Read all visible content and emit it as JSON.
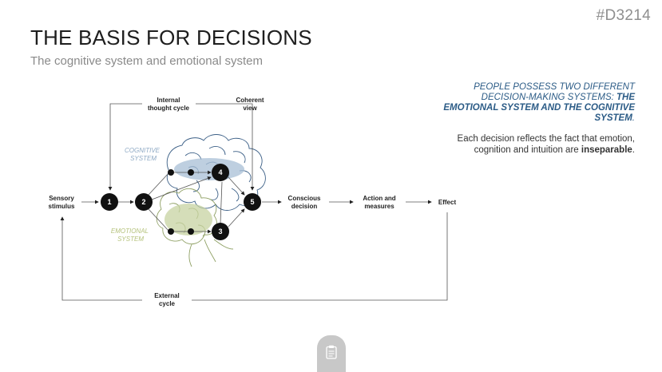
{
  "slide_id": "#D3214",
  "title": "THE BASIS FOR DECISIONS",
  "subtitle": "The cognitive system and emotional system",
  "diagram": {
    "sensory_stimulus": [
      "Sensory",
      "stimulus"
    ],
    "internal_cycle": [
      "Internal",
      "thought cycle"
    ],
    "coherent_view": [
      "Coherent",
      "view"
    ],
    "cognitive_system": [
      "COGNITIVE",
      "SYSTEM"
    ],
    "emotional_system": [
      "EMOTIONAL",
      "SYSTEM"
    ],
    "conscious_decision": [
      "Conscious",
      "decision"
    ],
    "action_measures": [
      "Action and",
      "measures"
    ],
    "effect": "Effect",
    "external_cycle": [
      "External",
      "cycle"
    ],
    "nodes": [
      "1",
      "2",
      "3",
      "4",
      "5"
    ],
    "colors": {
      "cognitive": "#a8bfd6",
      "emotional": "#c7d3a2",
      "cognitive_text": "#8ea9c4",
      "emotional_text": "#b5c27c",
      "node": "#111111"
    }
  },
  "side": {
    "heading_plain": "PEOPLE POSSESS TWO DIFFERENT DECISION-MAKING SYSTEMS: ",
    "heading_bold": "THE EMOTIONAL SYSTEM AND THE COGNITIVE SYSTEM",
    "heading_end": ".",
    "body_plain": "Each decision reflects the fact that emotion, cognition and intuition are ",
    "body_bold": "inseparable",
    "body_end": "."
  },
  "icons": {
    "bottom_tab": "clipboard-icon"
  }
}
